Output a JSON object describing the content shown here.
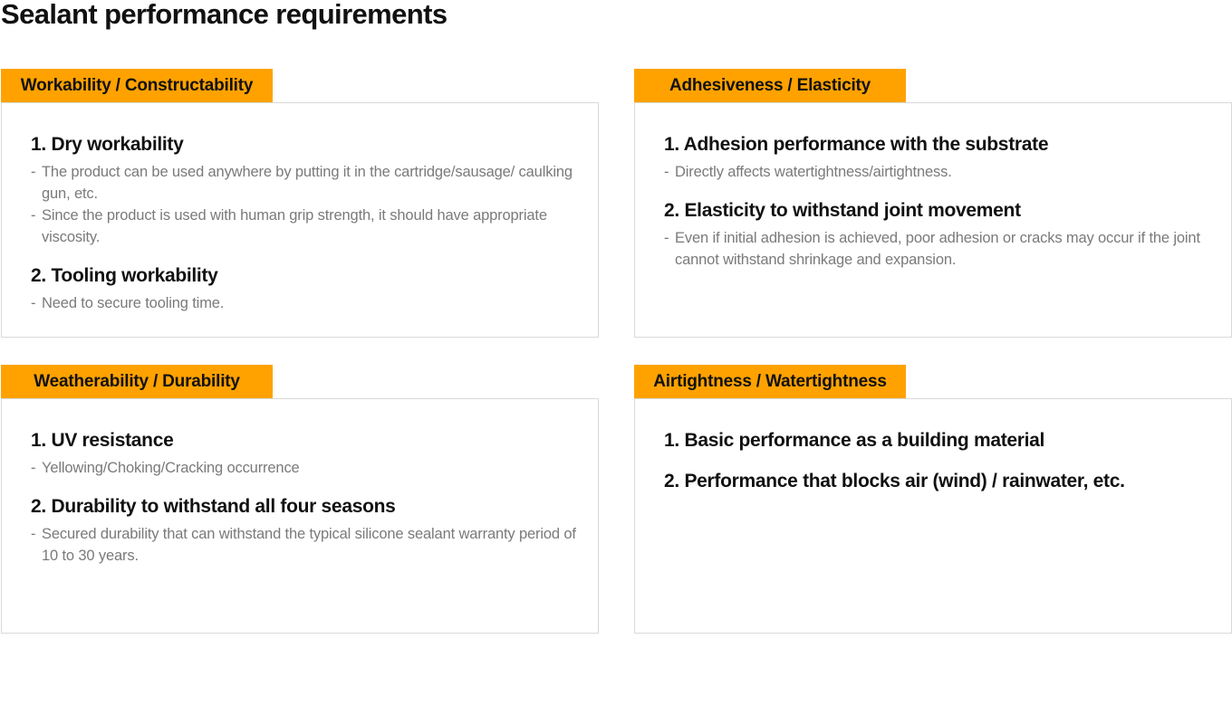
{
  "title": "Sealant performance requirements",
  "sections": [
    {
      "tag": "Workability / Constructability",
      "items": [
        {
          "title": "1. Dry workability",
          "details": [
            "The product can be used anywhere by putting it in the cartridge/sausage/ caulking gun, etc.",
            "Since the product is used with human grip strength, it should have appropriate viscosity."
          ]
        },
        {
          "title": "2. Tooling workability",
          "details": [
            "Need to secure tooling time."
          ]
        }
      ]
    },
    {
      "tag": "Adhesiveness / Elasticity",
      "items": [
        {
          "title": "1. Adhesion performance with the substrate",
          "details": [
            "Directly affects watertightness/airtightness."
          ]
        },
        {
          "title": "2. Elasticity to withstand joint movement",
          "details": [
            "Even if initial adhesion is achieved, poor adhesion or cracks may occur if the joint cannot withstand shrinkage and expansion."
          ]
        }
      ]
    },
    {
      "tag": "Weatherability / Durability",
      "items": [
        {
          "title": "1. UV resistance",
          "details": [
            "Yellowing/Choking/Cracking occurrence"
          ]
        },
        {
          "title": "2. Durability to withstand all four seasons",
          "details": [
            "Secured durability that can withstand the typical silicone sealant warranty period of 10 to 30 years."
          ]
        }
      ]
    },
    {
      "tag": "Airtightness / Watertightness",
      "items": [
        {
          "title": "1. Basic performance as a building material"
        },
        {
          "title": "2. Performance that blocks air (wind) / rainwater, etc."
        }
      ]
    }
  ],
  "colors": {
    "accent": "#ffa200",
    "border": "#d9d9d9",
    "detail_text": "#7a7a7a",
    "title_text": "#111111"
  }
}
